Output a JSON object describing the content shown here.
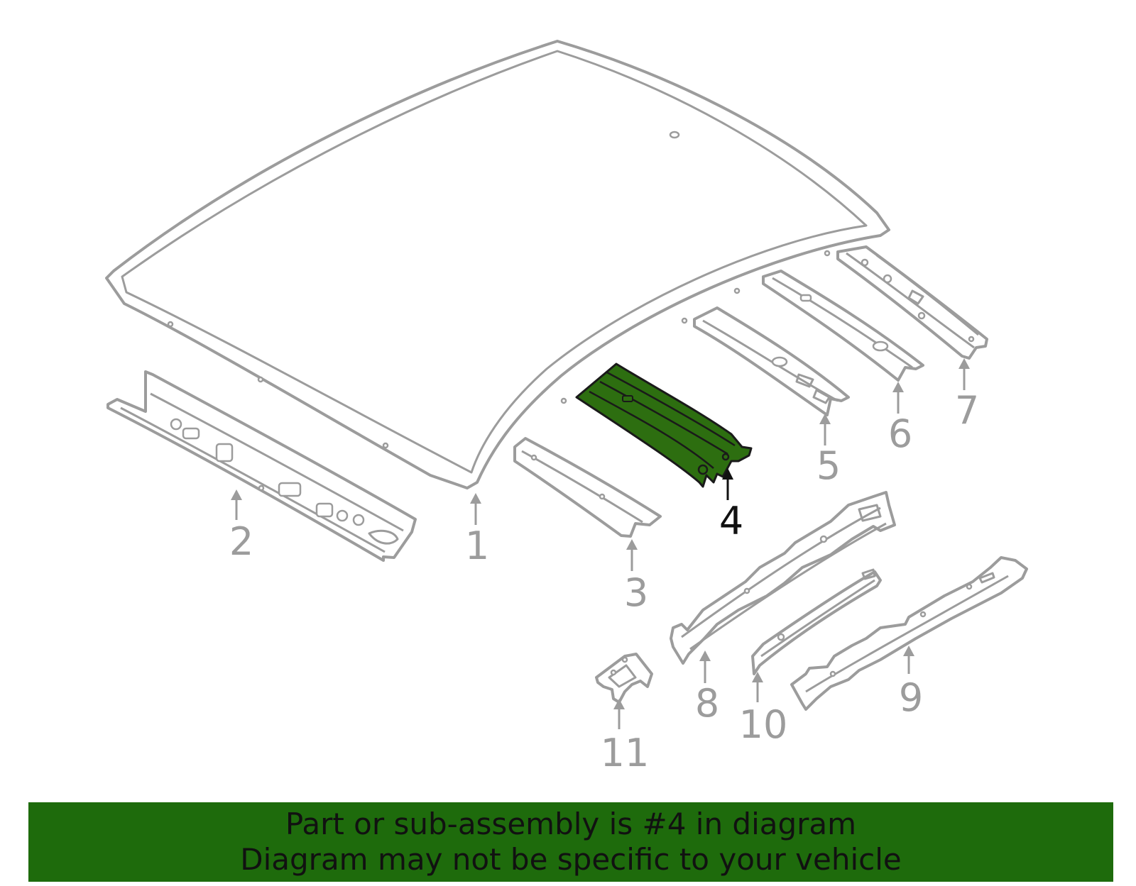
{
  "diagram": {
    "selected_part": "4",
    "highlight_color": "#2d6e10",
    "outline_color": "#9c9c9c",
    "callouts": [
      "1",
      "2",
      "3",
      "4",
      "5",
      "6",
      "7",
      "8",
      "9",
      "10",
      "11"
    ]
  },
  "banner": {
    "line1": "Part or sub-assembly is #4 in diagram",
    "line2": "Diagram may not be specific to your vehicle",
    "background": "#1e6b0c"
  }
}
